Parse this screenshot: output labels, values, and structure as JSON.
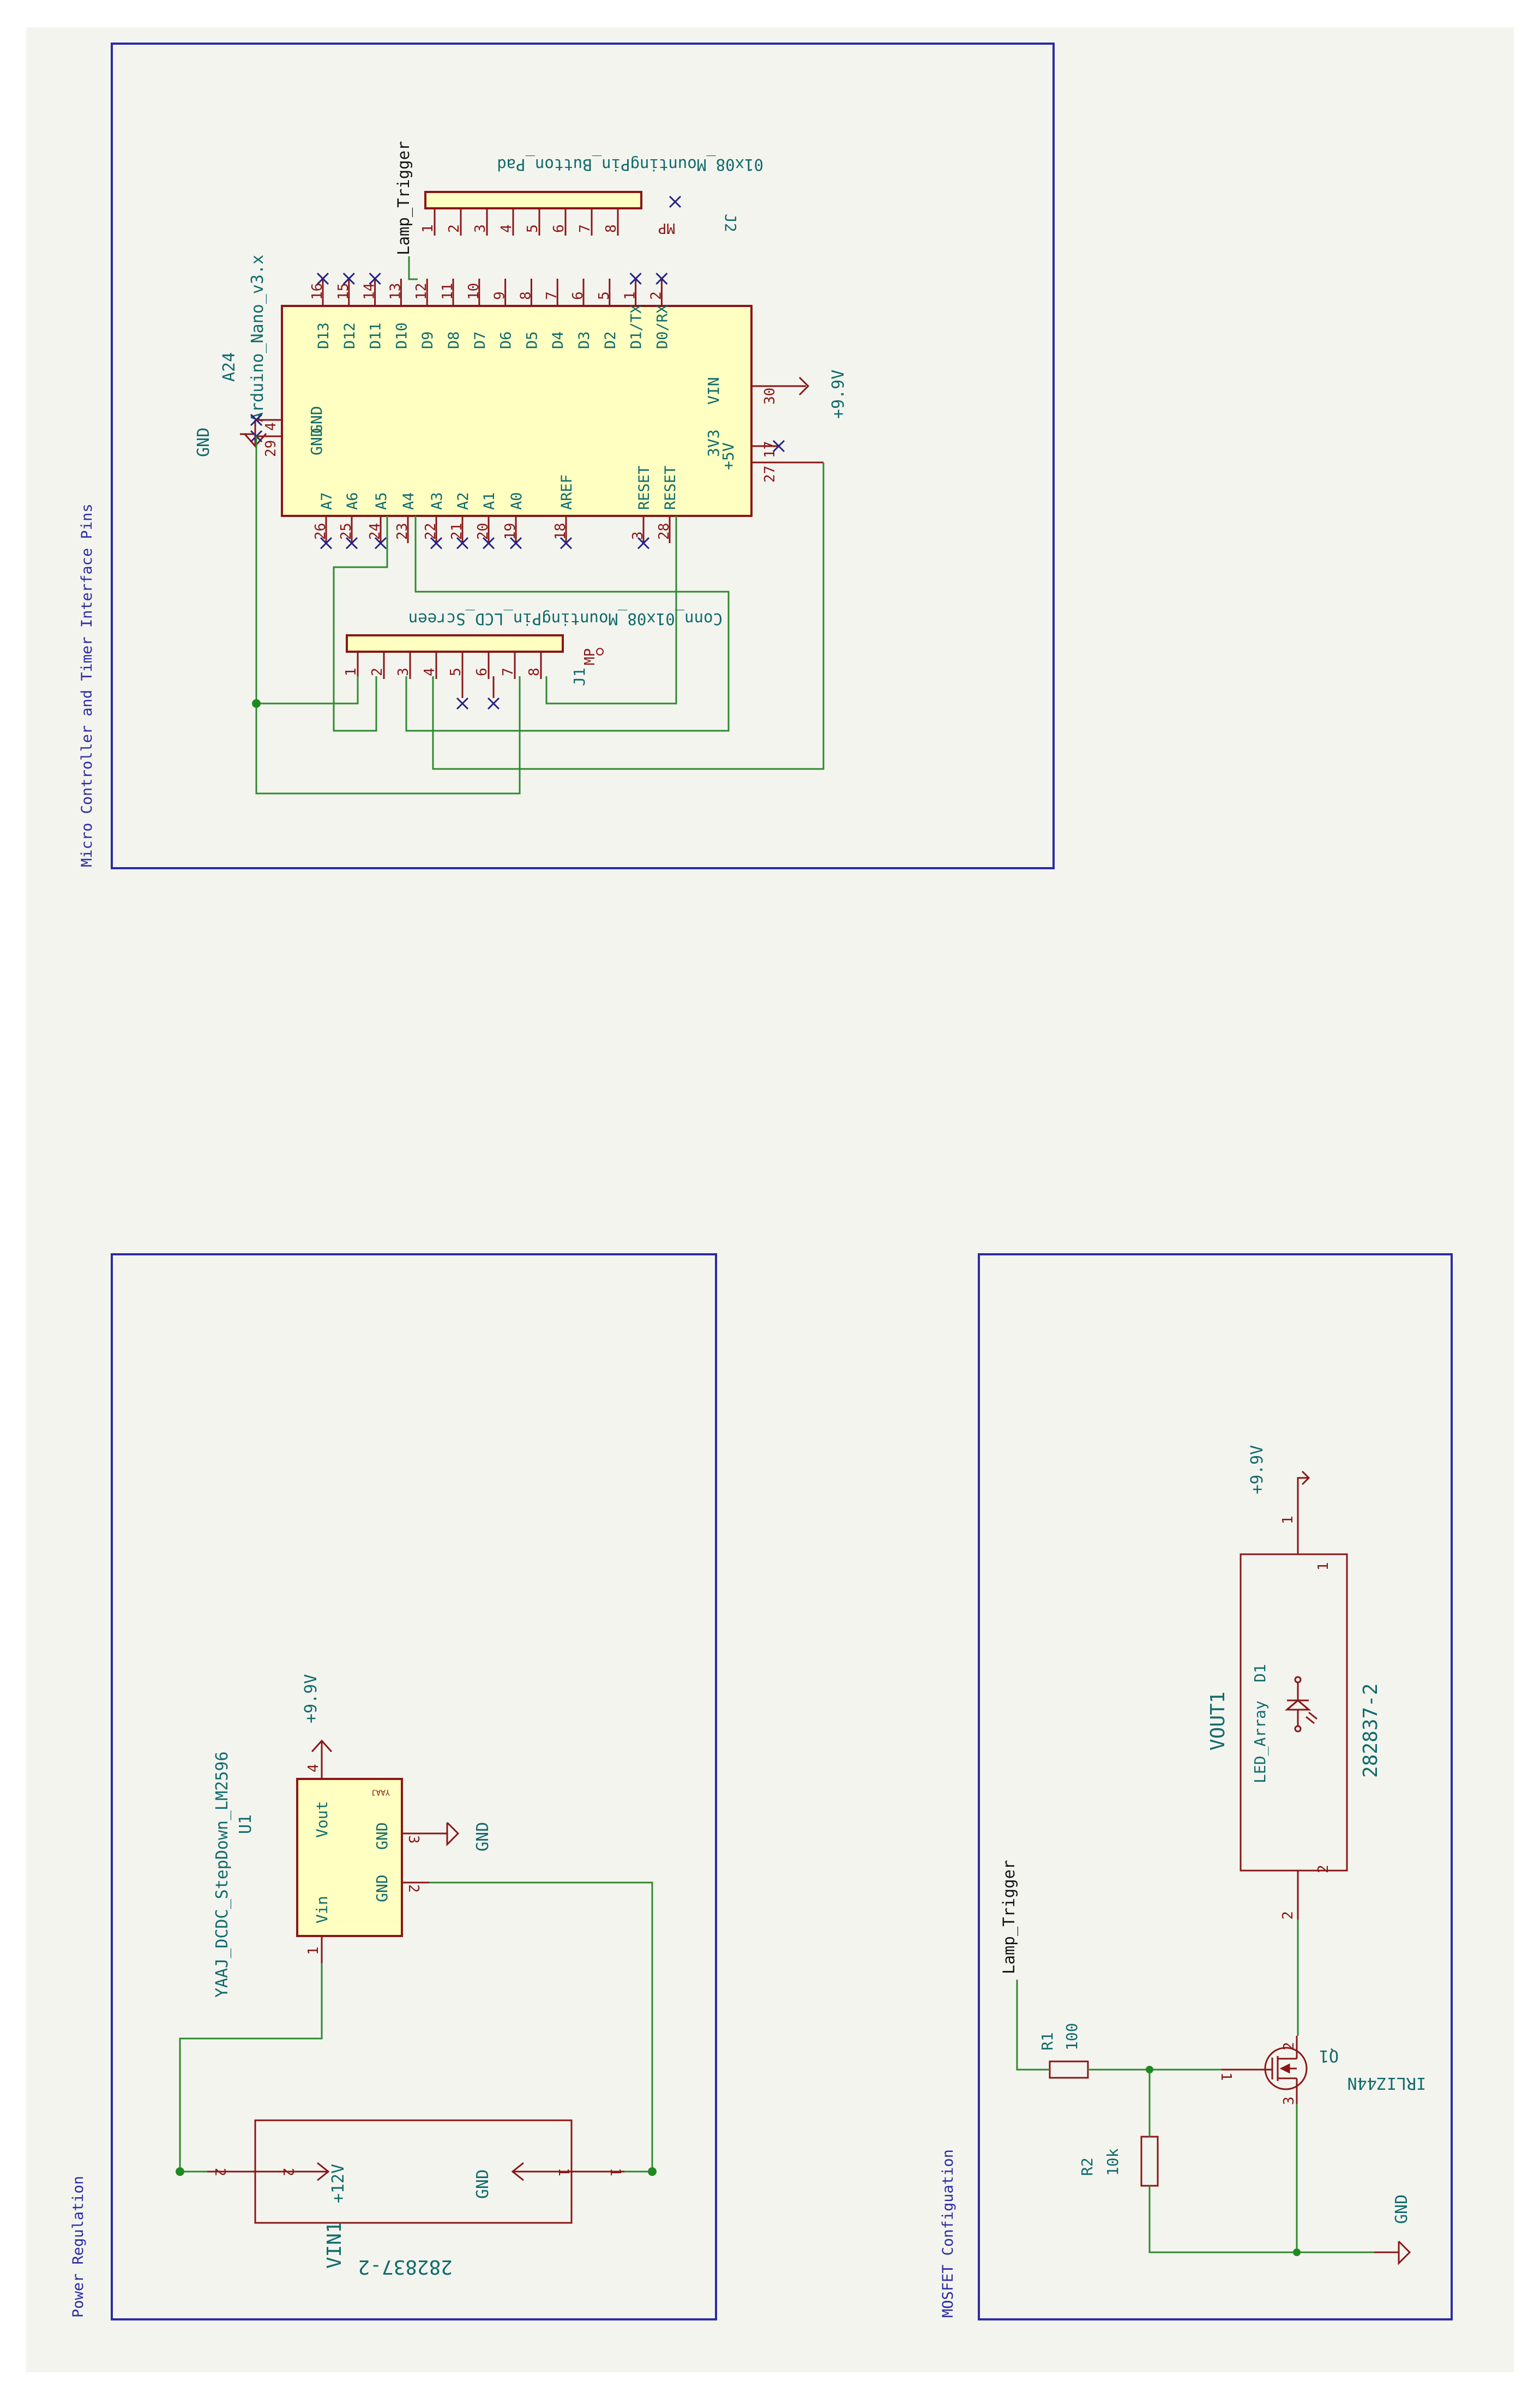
{
  "colors": {
    "paper": "#f4f4ef",
    "frame": "#2b2ba6",
    "body": "#ffffc2",
    "line": "#8a1616",
    "wire": "#2e8a2e",
    "text": "#0f6b6b",
    "mark": "#222288",
    "junction": "#1f8a1f"
  },
  "sheets": {
    "micro": "Micro Controller and Timer Interface Pins",
    "power": "Power Regulation",
    "mosfet": "MOSFET Configuation"
  },
  "a24": {
    "ref": "A24",
    "value": "Arduino_Nano_v3.x",
    "top_pins": [
      {
        "name": "D13",
        "num": "16"
      },
      {
        "name": "D12",
        "num": "15"
      },
      {
        "name": "D11",
        "num": "14"
      },
      {
        "name": "D10",
        "num": "13"
      },
      {
        "name": "D9",
        "num": "12"
      },
      {
        "name": "D8",
        "num": "11"
      },
      {
        "name": "D7",
        "num": "10"
      },
      {
        "name": "D6",
        "num": "9"
      },
      {
        "name": "D5",
        "num": "8"
      },
      {
        "name": "D4",
        "num": "7"
      },
      {
        "name": "D3",
        "num": "6"
      },
      {
        "name": "D2",
        "num": "5"
      },
      {
        "name": "D1/TX",
        "num": "1"
      },
      {
        "name": "D0/RX",
        "num": "2"
      }
    ],
    "bottom_pins": [
      {
        "name": "A7",
        "num": "26"
      },
      {
        "name": "A6",
        "num": "25"
      },
      {
        "name": "A5",
        "num": "24"
      },
      {
        "name": "A4",
        "num": "23"
      },
      {
        "name": "A3",
        "num": "22"
      },
      {
        "name": "A2",
        "num": "21"
      },
      {
        "name": "A1",
        "num": "20"
      },
      {
        "name": "A0",
        "num": "19"
      },
      {
        "name": "AREF",
        "num": "18"
      },
      {
        "name": "RESET",
        "num": "3"
      },
      {
        "name": "RESET",
        "num": "28"
      }
    ],
    "left_pins": [
      {
        "name": "GND",
        "num": "4"
      },
      {
        "name": "GND",
        "num": "29"
      }
    ],
    "right_pins": [
      {
        "name": "VIN",
        "num": "30"
      },
      {
        "name": "3V3",
        "num": "17"
      },
      {
        "name": "+5V",
        "num": "27"
      }
    ]
  },
  "j2": {
    "ref": "J2",
    "value": "01x08_MountingPin_Button_Pad",
    "pins": [
      "1",
      "2",
      "3",
      "4",
      "5",
      "6",
      "7",
      "8"
    ],
    "mp": "MP"
  },
  "j1": {
    "ref": "J1",
    "value": "Conn_01x08_MountingPin_LCD_Screen",
    "pins": [
      "1",
      "2",
      "3",
      "4",
      "5",
      "6",
      "7",
      "8"
    ],
    "mp": "MP"
  },
  "labels": {
    "lamp_trigger": "Lamp_Trigger",
    "gnd": "GND",
    "v99": "+9.9V",
    "v12": "+12V"
  },
  "u1": {
    "ref": "U1",
    "value": "YAAJ_DCDC_StepDown_LM2596",
    "pins": {
      "vin": "Vin",
      "vout": "Vout",
      "gnd": "GND"
    },
    "nums": {
      "vin": "1",
      "vout": "4",
      "gnd_top": "3",
      "gnd_bottom": "2"
    },
    "tag": "YAAJ"
  },
  "vin1": {
    "ref": "VIN1",
    "value": "282837-2",
    "pin_left": "2",
    "pin_right": "1",
    "pin_left_b": "2",
    "pin_right_b": "1"
  },
  "vout1": {
    "ref": "VOUT1",
    "value": "282837-2",
    "pin_top": "1",
    "pin_bottom": "2",
    "pin_top_b": "1",
    "pin_bottom_b": "2"
  },
  "d1": {
    "ref": "D1",
    "value": "LED_Array"
  },
  "r1": {
    "ref": "R1",
    "value": "100"
  },
  "r2": {
    "ref": "R2",
    "value": "10k"
  },
  "q1": {
    "ref": "Q1",
    "value": "IRLIZ44N",
    "pins": [
      "1",
      "2",
      "3"
    ]
  }
}
